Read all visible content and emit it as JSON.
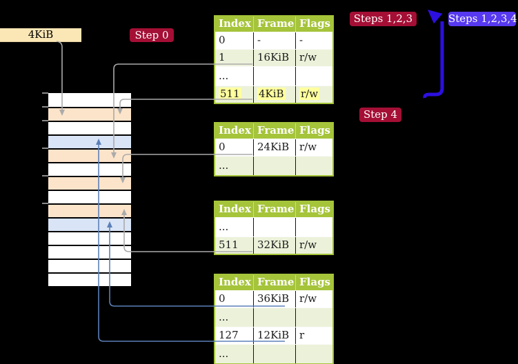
{
  "colors": {
    "background": "#000000",
    "table_header_green": "#a5c43a",
    "table_row_green": "#ecf2da",
    "highlight_yellow": "#ffff9e",
    "crimson_label": "#a50f35",
    "indigo_label": "#5639f0",
    "big_arrow_blue": "#2c10e0",
    "wheat_box": "#fbe7b5",
    "memory_peach": "#fce4ca",
    "memory_blue": "#d9e4f6",
    "connector_gray": "#ababab",
    "connector_blue": "#5b80b8"
  },
  "labels": {
    "page_size_box": "4KiB",
    "step0": "Step 0",
    "steps123": "Steps 1,2,3",
    "steps1234": "Steps 1,2,3,4",
    "step4": "Step 4"
  },
  "tables": [
    {
      "columns": [
        "Index",
        "Frame",
        "Flags"
      ],
      "rows": [
        {
          "cells": [
            "0",
            "-",
            "-"
          ]
        },
        {
          "cells": [
            "1",
            "16KiB",
            "r/w"
          ]
        },
        {
          "cells": [
            "...",
            "",
            ""
          ]
        },
        {
          "cells": [
            "511",
            "4KiB",
            "r/w"
          ],
          "highlight": true
        }
      ]
    },
    {
      "columns": [
        "Index",
        "Frame",
        "Flags"
      ],
      "rows": [
        {
          "cells": [
            "0",
            "24KiB",
            "r/w"
          ]
        },
        {
          "cells": [
            "...",
            "",
            ""
          ]
        }
      ]
    },
    {
      "columns": [
        "Index",
        "Frame",
        "Flags"
      ],
      "rows": [
        {
          "cells": [
            "...",
            "",
            ""
          ]
        },
        {
          "cells": [
            "511",
            "32KiB",
            "r/w"
          ]
        }
      ]
    },
    {
      "columns": [
        "Index",
        "Frame",
        "Flags"
      ],
      "rows": [
        {
          "cells": [
            "0",
            "36KiB",
            "r/w"
          ]
        },
        {
          "cells": [
            "...",
            "",
            ""
          ]
        },
        {
          "cells": [
            "127",
            "12KiB",
            "r"
          ]
        },
        {
          "cells": [
            "...",
            "",
            ""
          ]
        }
      ]
    }
  ],
  "memory_strip": {
    "rows": [
      "white",
      "peach",
      "white",
      "blue",
      "peach",
      "white",
      "peach",
      "white",
      "peach",
      "blue",
      "white",
      "white",
      "white",
      "white"
    ]
  }
}
